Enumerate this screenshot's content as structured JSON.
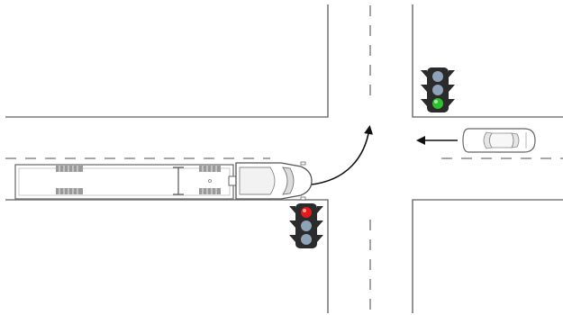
{
  "scene": {
    "colors": {
      "road_edge": "#7a7a7a",
      "lane_dash": "#8a8a8a",
      "arrow": "#111111",
      "signal_housing": "#2b2b2b",
      "signal_off": "#8fa3b8",
      "signal_red": "#e21a1a",
      "signal_green": "#2fbf2f",
      "vehicle_outline": "#666666"
    },
    "signals": [
      {
        "name": "traffic-light-northeast",
        "active": "green"
      },
      {
        "name": "traffic-light-southwest",
        "active": "red"
      }
    ],
    "vehicles": [
      {
        "name": "semi-truck",
        "heading": "east",
        "maneuver": "left-turn"
      },
      {
        "name": "car",
        "heading": "west",
        "maneuver": "straight"
      }
    ]
  }
}
